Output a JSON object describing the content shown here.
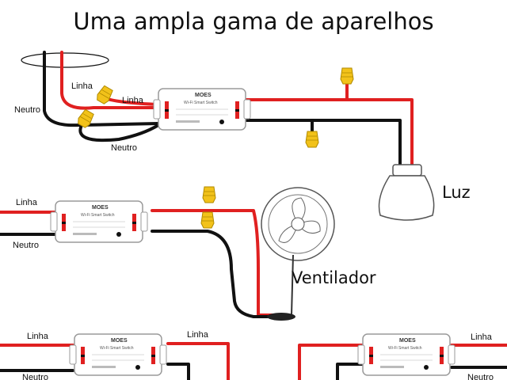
{
  "title": "Uma ampla gama de aparelhos",
  "labels": {
    "linha": "Linha",
    "neutro": "Neutro",
    "luz": "Luz",
    "ventilador": "Ventilador"
  },
  "switch": {
    "brand": "MOES",
    "model": "Wi-Fi Smart Switch"
  },
  "colors": {
    "line_wire": "#e02020",
    "neutral_wire": "#111111",
    "connector": "#f2c21a"
  }
}
